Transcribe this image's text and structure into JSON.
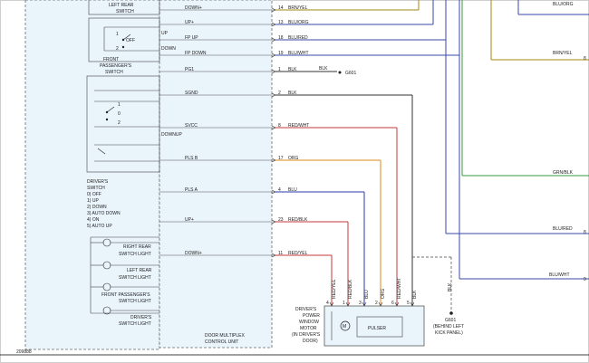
{
  "signals": [
    {
      "name": "DOWN+",
      "pin": "14",
      "wire": "BRN/YEL",
      "color": "#a08a14"
    },
    {
      "name": "UP+",
      "pin": "13",
      "wire": "BLU/ORG",
      "color": "#3a4aa8"
    },
    {
      "name": "FP UP",
      "pin": "18",
      "wire": "BLU/RED",
      "color": "#3a4aa8"
    },
    {
      "name": "FP DOWN",
      "pin": "19",
      "wire": "BLU/WHT",
      "color": "#3a4aa8"
    },
    {
      "name": "PG1",
      "pin": "1",
      "wire": "BLK",
      "color": "#333333"
    },
    {
      "name": "SGND",
      "pin": "2",
      "wire": "BLK",
      "color": "#333333"
    },
    {
      "name": "SVCC",
      "pin": "8",
      "wire": "RED/WHT",
      "color": "#c43a3a"
    },
    {
      "name": "PLS B",
      "pin": "17",
      "wire": "ORG",
      "color": "#d98a1a"
    },
    {
      "name": "PLS A",
      "pin": "4",
      "wire": "BLU",
      "color": "#2a3aa8"
    },
    {
      "name": "UP+",
      "pin": "23",
      "wire": "RED/BLK",
      "color": "#c43a3a"
    },
    {
      "name": "DOWN+",
      "pin": "11",
      "wire": "RED/YEL",
      "color": "#c43a3a"
    }
  ],
  "right_labels": [
    {
      "wire": "BLU/ORG",
      "pin": ""
    },
    {
      "wire": "BRN/YEL",
      "pin": "8"
    },
    {
      "wire": "GRN/BLK",
      "pin": ""
    },
    {
      "wire": "BLU/RED",
      "pin": "8"
    },
    {
      "wire": "BLU/WHT",
      "pin": "9"
    }
  ],
  "ground": {
    "label": "G601",
    "wire": "BLK"
  },
  "ground2": {
    "label": "G601",
    "note1": "(BEHIND LEFT",
    "note2": "KICK PANEL)",
    "wire": "BLK"
  },
  "switches": {
    "left_rear": [
      "LEFT REAR",
      "SWITCH"
    ],
    "front_passenger": [
      "FRONT",
      "PASSENGER'S",
      "SWITCH"
    ],
    "up": "UP",
    "off": "OFF",
    "down": "DOWN",
    "downup": "DOWNUP",
    "n1": "1",
    "n2": "2",
    "n0": "0",
    "drivers_switch": [
      "DRIVER'S",
      "SWITCH",
      "0) OFF",
      "1) UP",
      "2) DOWN",
      "3) AUTO DOWN",
      "4) ON",
      "5) AUTO UP"
    ]
  },
  "lights": [
    [
      "RIGHT REAR",
      "SWITCH LIGHT"
    ],
    [
      "LEFT REAR",
      "SWITCH LIGHT"
    ],
    [
      "FRONT PASSENGER'S",
      "SWITCH LIGHT"
    ],
    [
      "DRIVER'S",
      "SWITCH LIGHT"
    ]
  ],
  "unit_label": [
    "DOOR MULTIPLEX",
    "CONTROL UNIT"
  ],
  "motor": {
    "title": [
      "DRIVER'S",
      "POWER",
      "WINDOW",
      "MOTOR",
      "(IN DRIVER'S",
      "DOOR)"
    ],
    "pulser": "PULSER",
    "m": "M",
    "pins": [
      {
        "pin": "4",
        "wire": "RED/YEL"
      },
      {
        "pin": "1",
        "wire": "RED/BLK"
      },
      {
        "pin": "3",
        "wire": "BLU"
      },
      {
        "pin": "2",
        "wire": "ORG"
      },
      {
        "pin": "6",
        "wire": "RED/WHT"
      },
      {
        "pin": "5",
        "wire": "BLK"
      }
    ]
  },
  "figure_id": "209888"
}
